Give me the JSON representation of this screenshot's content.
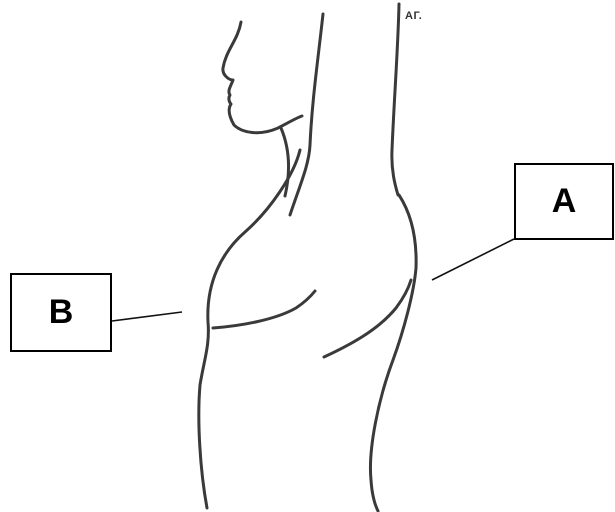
{
  "labels": {
    "a": "A",
    "b": "B"
  },
  "artist_mark": "AГ.",
  "colors": {
    "line": "#3a3a3a",
    "box_border": "#000000",
    "background": "#ffffff"
  }
}
